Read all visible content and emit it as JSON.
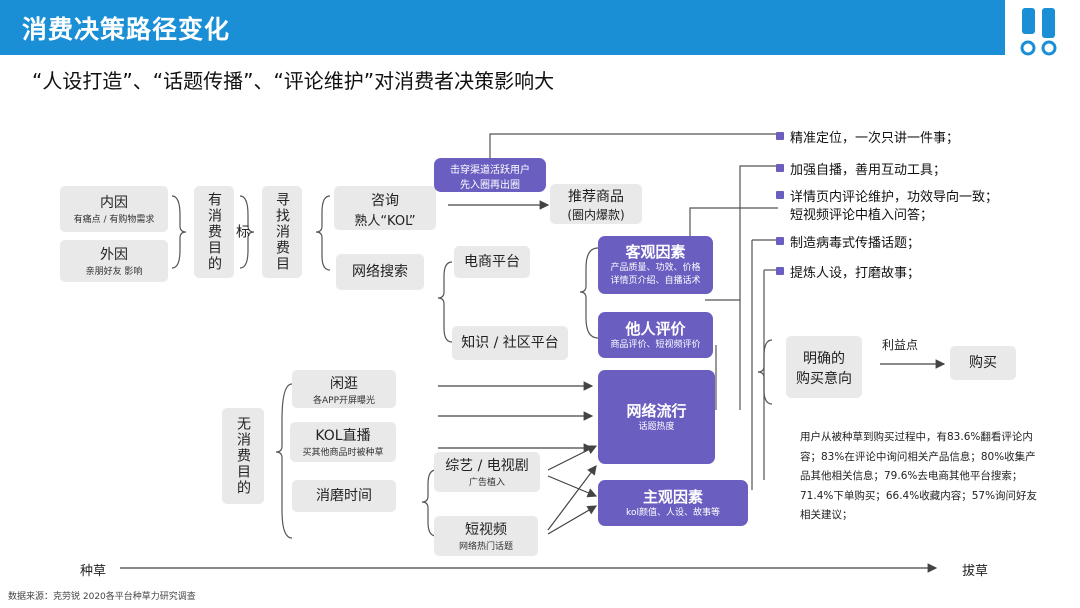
{
  "header": {
    "title": "消费决策路径变化",
    "subtitle": "“人设打造”、“话题传播”、“评论维护”对消费者决策影响大"
  },
  "colors": {
    "header_bg": "#1a8fd6",
    "accent_purple": "#6a5fc1",
    "box_gray": "#e9e9e9"
  },
  "diagram": {
    "inner": {
      "title": "内因",
      "sub": "有痛点 / 有购物需求"
    },
    "outer": {
      "title": "外因",
      "sub": "亲朋好友 影响"
    },
    "has_goal": "有消费目的",
    "find_goal": "寻找消费目标",
    "consult": {
      "line1": "咨询",
      "line2": "熟人“KOL”"
    },
    "net_search": "网络搜索",
    "callout": {
      "line1": "击穿渠道活跃用户",
      "line2": "先入圈再出圈"
    },
    "recommend": {
      "line1": "推荐商品",
      "line2": "(圈内爆款)"
    },
    "ecommerce": "电商平台",
    "community": "知识 / 社区平台",
    "objective": {
      "title": "客观因素",
      "line1": "产品质量、功效、价格",
      "line2": "详情页介绍、自播话术"
    },
    "others_review": {
      "title": "他人评价",
      "sub": "商品评价、短视频评价"
    },
    "no_goal": "无消费目的",
    "browse": {
      "title": "闲逛",
      "sub": "各APP开屏曝光"
    },
    "kol_live": {
      "title": "KOL直播",
      "sub": "买其他商品时被种草"
    },
    "kill_time": "消磨时间",
    "variety": {
      "title": "综艺 / 电视剧",
      "sub": "广告植入"
    },
    "short_video": {
      "title": "短视频",
      "sub": "网络热门话题"
    },
    "trend": {
      "title": "网络流行",
      "sub": "话题热度"
    },
    "subjective": {
      "title": "主观因素",
      "sub": "kol颜值、人设、故事等"
    },
    "intent": {
      "line1": "明确的",
      "line2": "购买意向"
    },
    "benefit": "利益点",
    "buy": "购买",
    "right_items": [
      "精准定位，一次只讲一件事；",
      "加强自播，善用互动工具；",
      "详情页内评论维护，功效导向一致；",
      "短视频评论中植入问答；",
      "制造病毒式传播话题；",
      "提炼人设，打磨故事；"
    ],
    "note": "用户从被种草到购买过程中，有83.6%翻看评论内容；83%在评论中询问相关产品信息；80%收集产品其他相关信息；79.6%去电商其他平台搜索；71.4%下单购买；66.4%收藏内容；57%询问好友相关建议；",
    "axis_left": "种草",
    "axis_right": "拔草"
  },
  "source": "数据来源：克劳锐 2020各平台种草力研究调查"
}
